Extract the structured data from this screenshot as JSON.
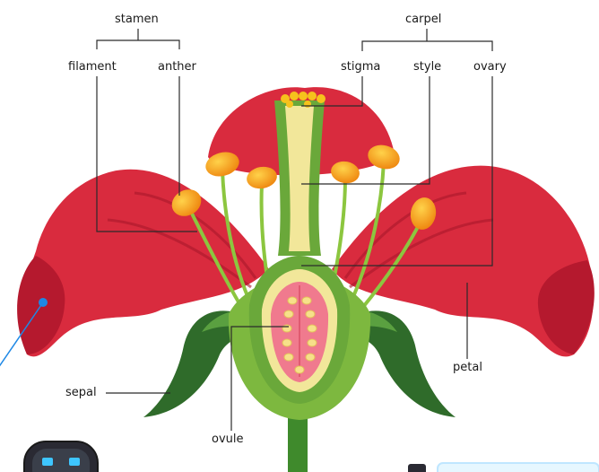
{
  "labels": {
    "stamen": "stamen",
    "carpel": "carpel",
    "filament": "filament",
    "anther": "anther",
    "stigma": "stigma",
    "style": "style",
    "ovary": "ovary",
    "petal": "petal",
    "sepal": "sepal",
    "ovule": "ovule"
  },
  "colors": {
    "petal": "#d92b3e",
    "petal_dark": "#a8182b",
    "sepal": "#2f6b2a",
    "stem": "#3f8a2c",
    "carpel_outer": "#6aa83a",
    "carpel_inner": "#f2e79a",
    "ovary_inner": "#f07a8e",
    "ovule": "#f7e08a",
    "anther": "#f6a21c",
    "pointer": "#1e88e5"
  }
}
